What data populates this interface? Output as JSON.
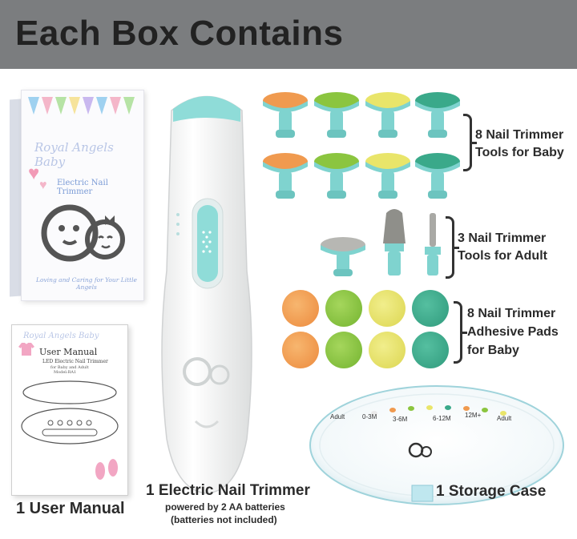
{
  "header": {
    "title": "Each Box Contains"
  },
  "box": {
    "brand": "Royal Angels Baby",
    "product": "Electric Nail Trimmer",
    "tagline": "Loving and Caring for Your Little Angels"
  },
  "manual": {
    "brand": "Royal Angels Baby",
    "title": "User Manual",
    "sub1": "LED Electric Nail Trimmer",
    "sub2": "for Baby and Adult",
    "sub3": "Model:RA1",
    "label": "1 User Manual"
  },
  "trimmer": {
    "label": "1 Electric Nail Trimmer",
    "note1": "powered by 2 AA batteries",
    "note2": "(batteries not included)"
  },
  "baby_tools": {
    "line1": "8 Nail Trimmer",
    "line2": "Tools for Baby"
  },
  "adult_tools": {
    "line1": "3 Nail Trimmer",
    "line2": "Tools for Adult"
  },
  "pads": {
    "line1": "8 Nail Trimmer",
    "line2": "Adhesive Pads",
    "line3": "for Baby"
  },
  "case": {
    "label": "1 Storage Case",
    "slot_adult": "Adult",
    "slot_0_3": "0-3M",
    "slot_3_6": "3-6M",
    "slot_6_12": "6-12M",
    "slot_12": "12M+",
    "slot_adult2": "Adult"
  },
  "colors": {
    "header_bg": "#7b7d7f",
    "teal": "#7fd3cf",
    "orange": "#f09a4f",
    "lime": "#8bc53f",
    "yellow": "#e9e56a",
    "green": "#3aa98a"
  }
}
